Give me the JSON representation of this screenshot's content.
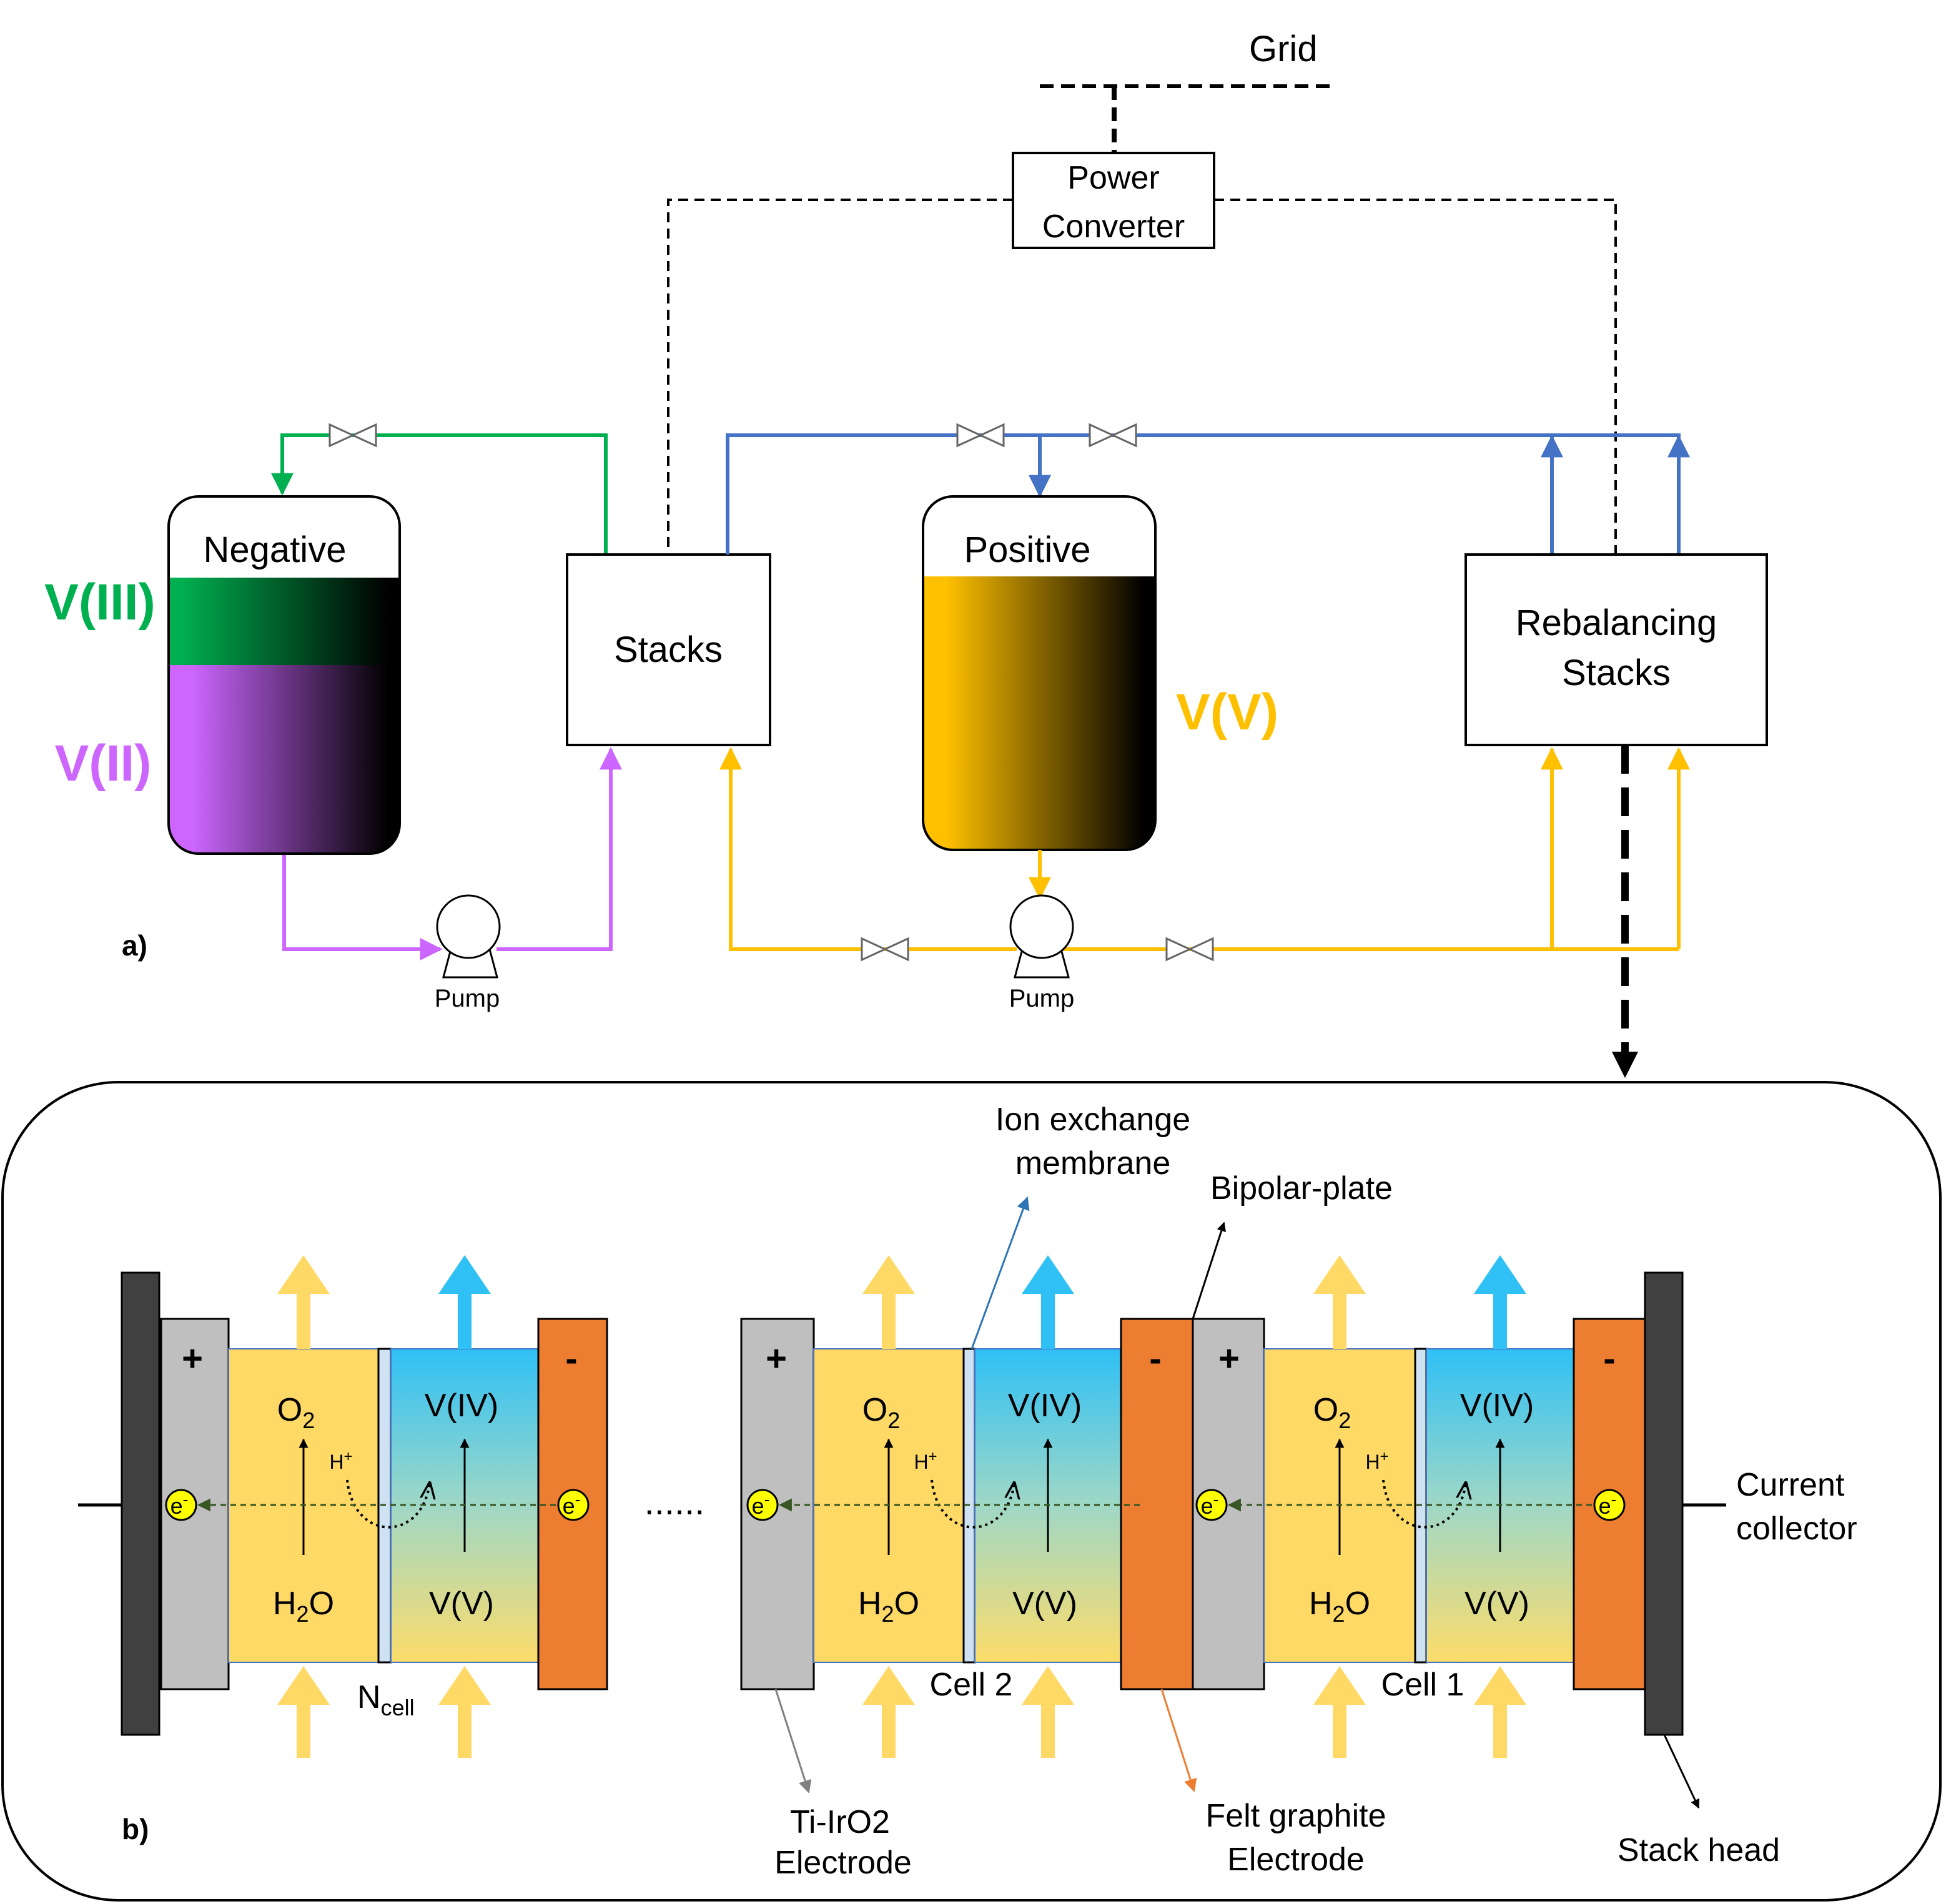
{
  "colors": {
    "green": "#00b050",
    "purple": "#cc66ff",
    "blue": "#4472c4",
    "yellow": "#ffc000",
    "orange": "#ed7d31",
    "grey_electrode": "#bfbfbf",
    "dark_collector": "#404040",
    "pale_yellow": "#ffd966",
    "sky_blue": "#2fc0f5",
    "membrane": "#cfe2f3",
    "electron": "#ffff00",
    "arrow_green": "#375623",
    "callout_blue": "#2e75b6",
    "callout_grey": "#808080"
  },
  "grid": {
    "label": "Grid"
  },
  "power_converter": {
    "line1": "Power",
    "line2": "Converter"
  },
  "stacks": {
    "label": "Stacks"
  },
  "rebalancing": {
    "line1": "Rebalancing",
    "line2": "Stacks"
  },
  "negative_tank": {
    "label": "Negative",
    "upper_species": "V(III)",
    "lower_species": "V(II)"
  },
  "positive_tank": {
    "label": "Positive",
    "species": "V(V)"
  },
  "pumps": {
    "left": "Pump",
    "right": "Pump"
  },
  "panel_a": {
    "label": "a)"
  },
  "panel_b": {
    "label": "b)",
    "ellipsis": "......",
    "cell_left": {
      "water": "H2O",
      "oxygen": "O2",
      "v_top": "V(IV)",
      "v_bottom": "V(V)",
      "proton": "H+",
      "electron": "e-",
      "plus": "+",
      "minus": "-",
      "name_main": "N",
      "name_sub": "cell"
    },
    "cell_2": {
      "water": "H2O",
      "oxygen": "O2",
      "v_top": "V(IV)",
      "v_bottom": "V(V)",
      "proton": "H+",
      "electron": "e-",
      "plus": "+",
      "minus": "-",
      "name": "Cell 2"
    },
    "cell_1": {
      "water": "H2O",
      "oxygen": "O2",
      "v_top": "V(IV)",
      "v_bottom": "V(V)",
      "proton": "H+",
      "electron": "e-",
      "plus": "+",
      "minus": "-",
      "name": "Cell 1"
    },
    "callouts": {
      "membrane_1": "Ion exchange",
      "membrane_2": "membrane",
      "bipolar": "Bipolar-plate",
      "collector_1": "Current",
      "collector_2": "collector",
      "electrode_ti_1": "Ti-IrO2",
      "electrode_ti_2": "Electrode",
      "felt_1": "Felt graphite",
      "felt_2": "Electrode",
      "stack_head": "Stack head"
    }
  }
}
